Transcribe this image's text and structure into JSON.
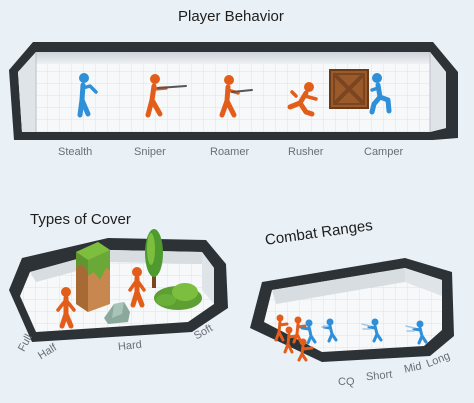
{
  "sections": {
    "player_behavior": {
      "title": "Player Behavior",
      "labels": [
        "Stealth",
        "Sniper",
        "Roamer",
        "Rusher",
        "Camper"
      ]
    },
    "types_of_cover": {
      "title": "Types of Cover",
      "labels": [
        "Full",
        "Half",
        "Hard",
        "Soft"
      ]
    },
    "combat_ranges": {
      "title": "Combat Ranges",
      "labels": [
        "CQ",
        "Short",
        "Mid",
        "Long"
      ]
    }
  },
  "colors": {
    "background": "#e9f0f6",
    "room_frame": "#2d3236",
    "floor_tile": "#f6f8f9",
    "player_blue": "#2f8fd9",
    "player_orange": "#e35d1a",
    "cover_green": "#7cbf3f",
    "crate_brown": "#9b5a2a"
  },
  "icons": [
    "stealth-figure-icon",
    "sniper-figure-icon",
    "roamer-figure-icon",
    "rusher-figure-icon",
    "camper-figure-icon",
    "crate-icon",
    "tree-icon",
    "rock-icon",
    "bush-icon"
  ]
}
